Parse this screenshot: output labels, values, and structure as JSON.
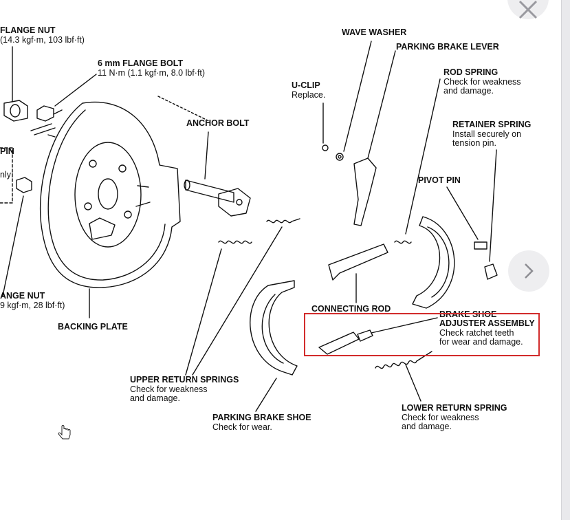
{
  "labels": {
    "flange_nut_top": {
      "title": "FLANGE NUT",
      "lines": [
        "(14.3 kgf·m, 103 lbf·ft)"
      ]
    },
    "flange_bolt": {
      "title": "6 mm FLANGE BOLT",
      "lines": [
        "11 N·m (1.1 kgf·m, 8.0 lbf·ft)"
      ]
    },
    "pin_partial": {
      "title": "PIN",
      "lines": []
    },
    "only_partial": {
      "title": "",
      "lines": [
        "nly:"
      ]
    },
    "anchor_bolt": {
      "title": "ANCHOR BOLT",
      "lines": []
    },
    "flange_nut_bottom": {
      "title": "ANGE NUT",
      "lines": [
        "9 kgf·m, 28 lbf·ft)"
      ]
    },
    "backing_plate": {
      "title": "BACKING PLATE",
      "lines": []
    },
    "wave_washer": {
      "title": "WAVE WASHER",
      "lines": []
    },
    "parking_brake_lever": {
      "title": "PARKING BRAKE LEVER",
      "lines": []
    },
    "u_clip": {
      "title": "U-CLIP",
      "lines": [
        "Replace."
      ]
    },
    "rod_spring": {
      "title": "ROD SPRING",
      "lines": [
        "Check for weakness",
        "and damage."
      ]
    },
    "retainer_spring": {
      "title": "RETAINER SPRING",
      "lines": [
        "Install securely on",
        "tension pin."
      ]
    },
    "pivot_pin": {
      "title": "PIVOT PIN",
      "lines": []
    },
    "connecting_rod": {
      "title": "CONNECTING ROD",
      "lines": []
    },
    "brake_shoe": {
      "title": "BRAKE SHOE",
      "lines": []
    },
    "adjuster_assembly": {
      "title": "ADJUSTER ASSEMBLY",
      "lines": [
        "Check ratchet teeth",
        "for wear and damage."
      ]
    },
    "upper_return_springs": {
      "title": "UPPER RETURN SPRINGS",
      "lines": [
        "Check for weakness",
        "and damage."
      ]
    },
    "parking_brake_shoe": {
      "title": "PARKING BRAKE SHOE",
      "lines": [
        "Check for wear."
      ]
    },
    "lower_return_spring": {
      "title": "LOWER RETURN SPRING",
      "lines": [
        "Check for weakness",
        "and damage."
      ]
    }
  },
  "colors": {
    "highlight": "#d22b2b",
    "ink": "#111111",
    "overlay_button": "#eeeef0"
  },
  "icons": {
    "next": "chevron-right-icon",
    "close": "close-icon",
    "cursor": "hand-cursor-icon"
  }
}
